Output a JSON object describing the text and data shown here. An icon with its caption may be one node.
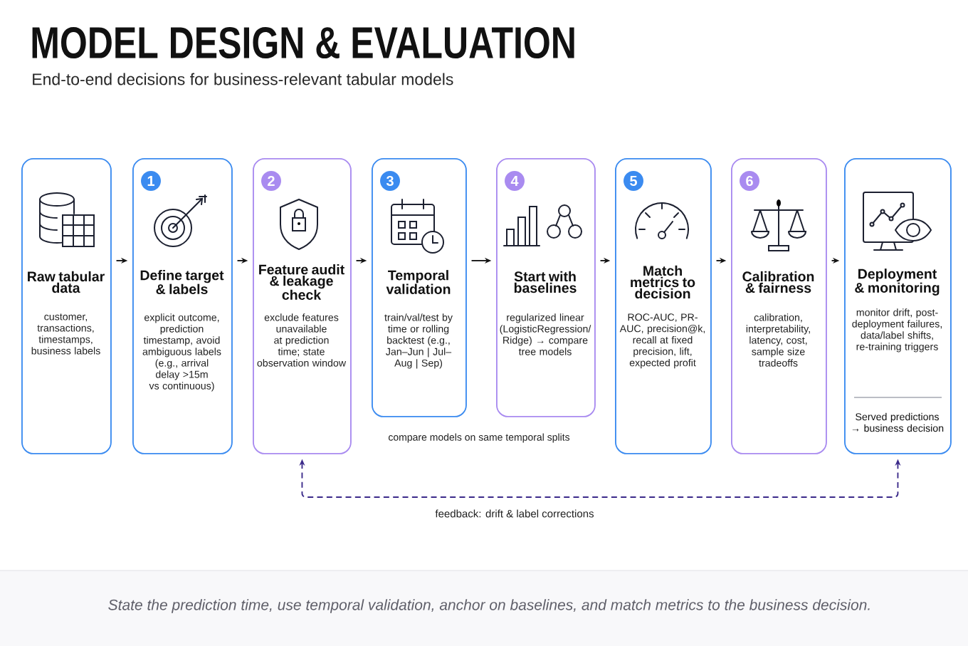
{
  "diagram": {
    "title": "MODEL DESIGN & EVALUATION",
    "caption": "State the prediction time, use temporal validation, anchor on baselines, and match metrics to the business decision.",
    "nodes": [
      {
        "text": [
          "Raw tabular data",
          "customer, transactions, timestamps, business labels"
        ]
      },
      {
        "text": [
          "1",
          "Define target & labels",
          "explicit outcome, prediction timestamp, avoid ambiguous labels (e.g., arrival delay >15m vs continuous)"
        ]
      },
      {
        "text": [
          "2",
          "Feature audit & leakage check",
          "exclude features unavailable at prediction time; state observation window"
        ]
      },
      {
        "text": [
          "3",
          "Temporal validation",
          "train/val/test by time or rolling backtest (e.g., Jan–Jun | Jul–Aug | Sep)"
        ]
      },
      {
        "text": [
          "4",
          "Start with baselines",
          "regularized linear (LogisticRegression/ Ridge) → compare tree models"
        ]
      },
      {
        "text": [
          "5",
          "Match metrics to decision",
          "ROC-AUC, PR-AUC, precision@k, recall at fixed precision, lift, expected profit"
        ]
      },
      {
        "text": [
          "6",
          "Calibration & fairness",
          "calibration, interpretability, latency, cost, sample size tradeoffs"
        ]
      },
      {
        "text": [
          "Deployment & monitoring",
          "monitor drift, post-deployment failures, data/label shifts, re-training triggers",
          "Served predictions → business decision"
        ]
      }
    ],
    "edges": [
      {
        "from": 0,
        "to": 1,
        "arrow": "to"
      },
      {
        "from": 1,
        "to": 2,
        "arrow": "to"
      },
      {
        "from": 2,
        "to": 3,
        "arrow": "to"
      },
      {
        "from": 3,
        "to": 4,
        "arrow": "to"
      },
      {
        "from": 4,
        "to": 5,
        "arrow": "to"
      },
      {
        "from": 5,
        "to": 6,
        "arrow": "to"
      },
      {
        "from": 6,
        "to": 7,
        "arrow": "to"
      },
      {
        "from": 7,
        "to": 2,
        "arrow": "both",
        "label": "feedback: drift & label corrections",
        "style": "dashed",
        "color": "#3b2a8a"
      }
    ],
    "labels": [
      "End-to-end decisions for business-relevant tabular models",
      "compare models on same temporal splits"
    ]
  }
}
